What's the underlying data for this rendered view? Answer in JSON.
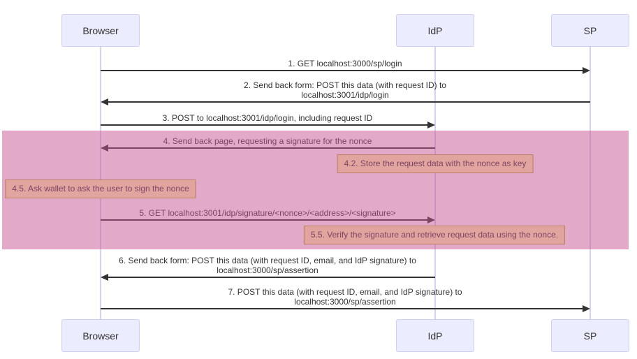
{
  "diagram": {
    "type": "sequence-diagram",
    "actors": [
      {
        "id": "browser",
        "label": "Browser"
      },
      {
        "id": "idp",
        "label": "IdP"
      },
      {
        "id": "sp",
        "label": "SP"
      }
    ],
    "messages": [
      {
        "from": "browser",
        "to": "sp",
        "lines": [
          "1. GET localhost:3000/sp/login"
        ]
      },
      {
        "from": "sp",
        "to": "browser",
        "lines": [
          "2. Send back form: POST this data (with request ID) to",
          "localhost:3001/idp/login"
        ]
      },
      {
        "from": "browser",
        "to": "idp",
        "lines": [
          "3. POST to localhost:3001/idp/login, including request ID"
        ]
      },
      {
        "from": "idp",
        "to": "browser",
        "lines": [
          "4. Send back page, requesting a signature for the nonce"
        ]
      },
      {
        "from": "browser",
        "to": "idp",
        "lines": [
          "5. GET localhost:3001/idp/signature/<nonce>/<address>/<signature>"
        ]
      },
      {
        "from": "idp",
        "to": "browser",
        "lines": [
          "6. Send back form: POST this data (with request ID, email, and IdP signature) to",
          "localhost:3000/sp/assertion"
        ]
      },
      {
        "from": "browser",
        "to": "sp",
        "lines": [
          "7. POST this data (with request ID, email, and IdP signature) to",
          "localhost:3000/sp/assertion"
        ]
      }
    ],
    "notes": [
      {
        "over": "idp",
        "text": "4.2. Store the request data with the nonce as key"
      },
      {
        "over": "browser",
        "text": "4.5. Ask wallet to ask the user to sign the nonce"
      },
      {
        "over": "idp",
        "text": "5.5. Verify the signature and retrieve request data using the nonce."
      }
    ],
    "colors": {
      "actor_fill": "#ECECFF",
      "actor_border": "#CFCFF5",
      "lifeline": "#D8D2EE",
      "arrow": "#333333",
      "text": "#333333",
      "note_fill": "#FFF5AD",
      "note_border": "#AAAA33",
      "highlight_overlay": "rgba(197,84,146,0.5)"
    }
  }
}
